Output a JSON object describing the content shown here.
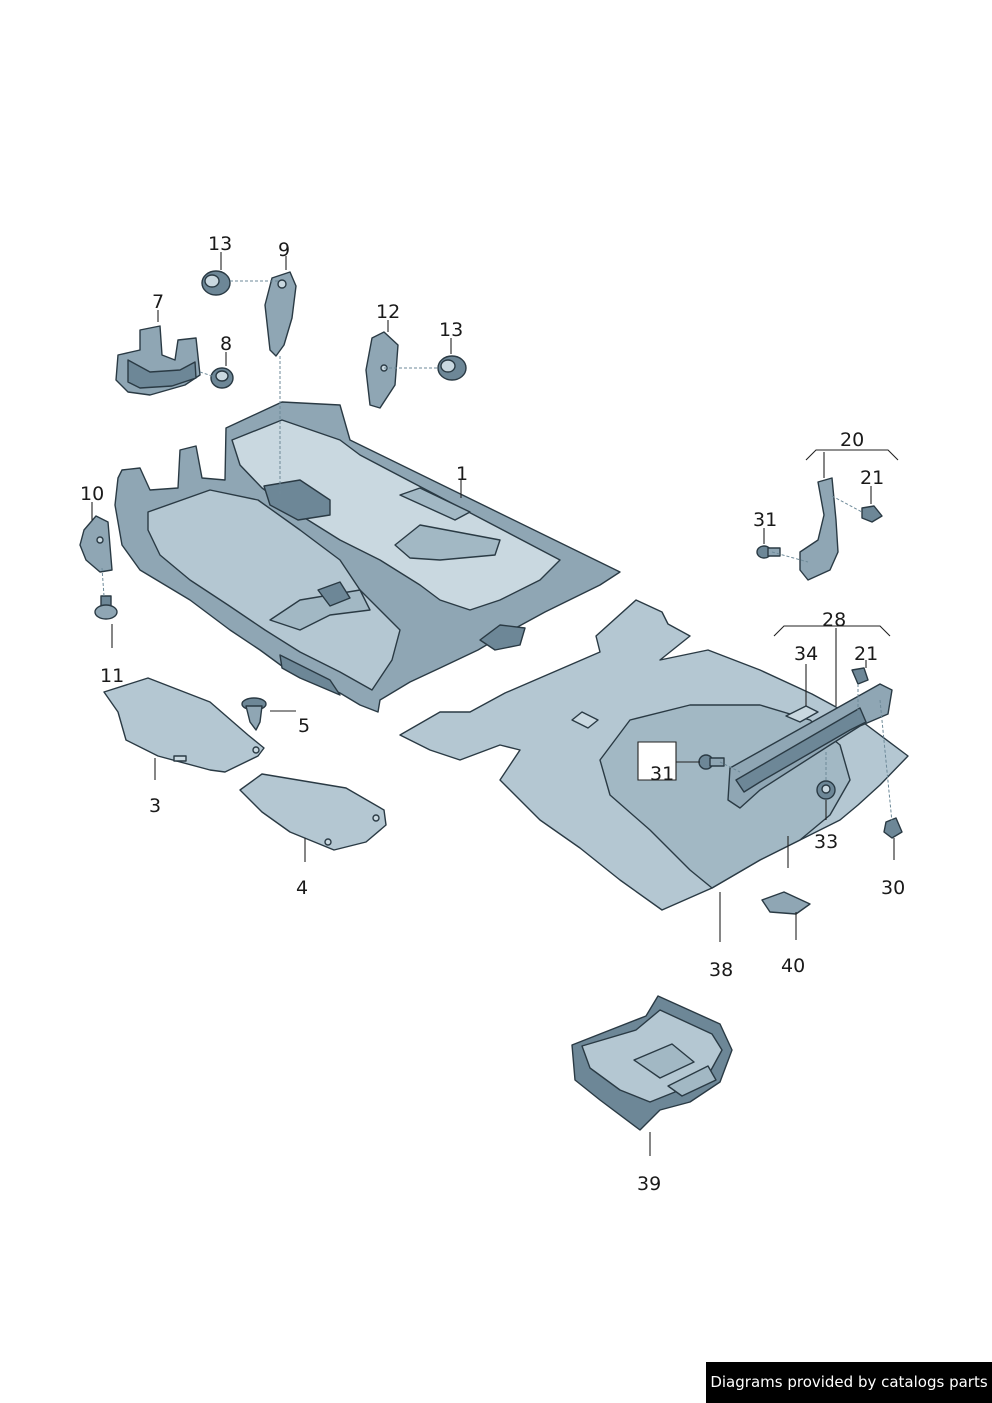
{
  "callouts": {
    "c1": "1",
    "c3": "3",
    "c4": "4",
    "c5": "5",
    "c7": "7",
    "c8": "8",
    "c9": "9",
    "c10": "10",
    "c11": "11",
    "c12": "12",
    "c13a": "13",
    "c13b": "13",
    "c20": "20",
    "c21a": "21",
    "c21b": "21",
    "c28": "28",
    "c30": "30",
    "c31a": "31",
    "c31b": "31",
    "c33": "33",
    "c34": "34",
    "c38": "38",
    "c39": "39",
    "c40": "40"
  },
  "footer": {
    "credit": "Diagrams provided by catalogs parts"
  }
}
